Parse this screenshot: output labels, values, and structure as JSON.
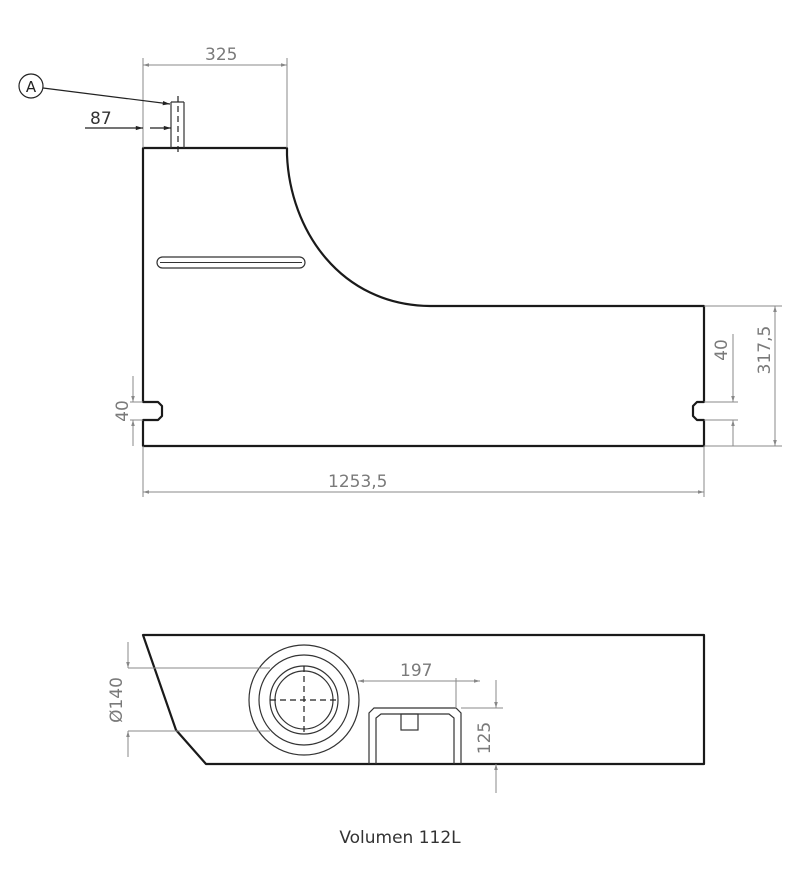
{
  "drawing": {
    "top_view": {
      "dimensions": {
        "width_top": "325",
        "offset_a": "87",
        "notch_left": "40",
        "notch_right": "40",
        "height_right": "317,5",
        "overall_length": "1253,5"
      },
      "callout_label": "A"
    },
    "side_view": {
      "dimensions": {
        "port_diameter": "Ø140",
        "center_to_pocket": "197",
        "pocket_height": "125"
      }
    },
    "caption": "Volumen 112L"
  }
}
